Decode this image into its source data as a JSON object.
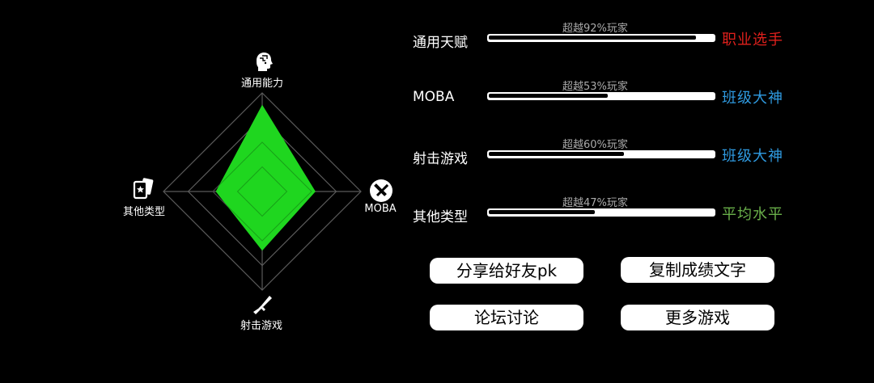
{
  "radar": {
    "axes": [
      {
        "label": "通用能力",
        "icon": "head-icon",
        "value": 0.88
      },
      {
        "label": "MOBA",
        "icon": "moba-icon",
        "value": 0.54
      },
      {
        "label": "射击游戏",
        "icon": "gun-icon",
        "value": 0.6
      },
      {
        "label": "其他类型",
        "icon": "card-icon",
        "value": 0.47
      }
    ],
    "fill_color": "#1fd61f",
    "grid_color": "#5a5a5a"
  },
  "stats": [
    {
      "name": "通用天赋",
      "percent_text": "超越92%玩家",
      "percent": 0.92,
      "rank": "职业选手",
      "rank_color": "#e0201c"
    },
    {
      "name": "MOBA",
      "percent_text": "超越53%玩家",
      "percent": 0.53,
      "rank": "班级大神",
      "rank_color": "#2f9ae0"
    },
    {
      "name": "射击游戏",
      "percent_text": "超越60%玩家",
      "percent": 0.6,
      "rank": "班级大神",
      "rank_color": "#2f9ae0"
    },
    {
      "name": "其他类型",
      "percent_text": "超越47%玩家",
      "percent": 0.47,
      "rank": "平均水平",
      "rank_color": "#6ab04a"
    }
  ],
  "buttons": {
    "share": "分享给好友pk",
    "copy": "复制成绩文字",
    "forum": "论坛讨论",
    "more": "更多游戏"
  }
}
